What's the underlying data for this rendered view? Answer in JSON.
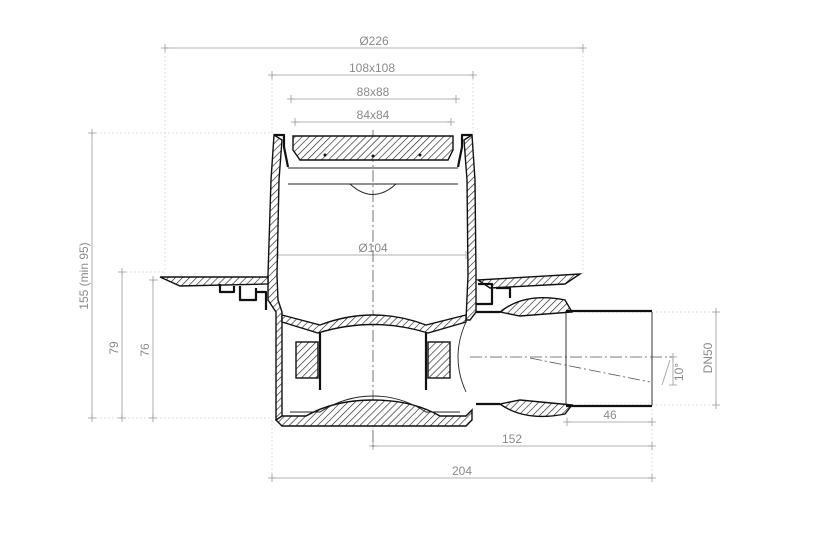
{
  "drawing": {
    "title": "Floor drain cross-section",
    "dimensions": {
      "outer_flange_diameter": "Ø226",
      "frame_size": "108x108",
      "grate_outer": "88x88",
      "grate_inner": "84x84",
      "body_diameter": "Ø104",
      "total_height": "155 (min 95)",
      "height_79": "79",
      "height_76": "76",
      "outlet": "DN50",
      "slope_angle": "10°",
      "spigot_length": "46",
      "outlet_offset": "152",
      "total_length": "204"
    }
  }
}
